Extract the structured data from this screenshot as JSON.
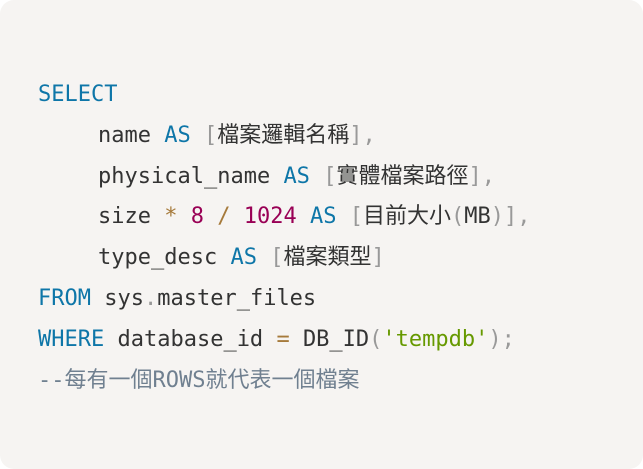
{
  "colors": {
    "background": "#f6f4f2",
    "keyword": "#0e76a8",
    "operator": "#a67a3b",
    "number": "#990055",
    "string": "#669900",
    "punctuation": "#999999",
    "identifier": "#333333",
    "comment": "#708090"
  },
  "code": {
    "line1": {
      "kw_select": "SELECT"
    },
    "line2": {
      "col": "name",
      "kw_as": "AS",
      "br_open": "[",
      "alias": "檔案邏輯名稱",
      "br_close": "]",
      "comma": ","
    },
    "line3": {
      "col": "physical_name",
      "kw_as": "AS",
      "br_open": "[",
      "alias": "實體檔案路徑",
      "br_close": "]",
      "comma": ","
    },
    "line4": {
      "col": "size",
      "op_mul": "*",
      "num1": "8",
      "op_div": "/",
      "num2": "1024",
      "kw_as": "AS",
      "br_open": "[",
      "alias": "目前大小",
      "paren_open": "(",
      "unit": "MB",
      "paren_close": ")",
      "br_close": "]",
      "comma": ","
    },
    "line5": {
      "col": "type_desc",
      "kw_as": "AS",
      "br_open": "[",
      "alias": "檔案類型",
      "br_close": "]"
    },
    "line6": {
      "kw_from": "FROM",
      "schema": "sys",
      "dot": ".",
      "table": "master_files"
    },
    "line7": {
      "kw_where": "WHERE",
      "col": "database_id",
      "op_eq": "=",
      "func": "DB_ID",
      "paren_open": "(",
      "str": "'tempdb'",
      "paren_close": ")",
      "semi": ";"
    },
    "line8": {
      "comment": "--每有一個ROWS就代表一個檔案"
    }
  }
}
